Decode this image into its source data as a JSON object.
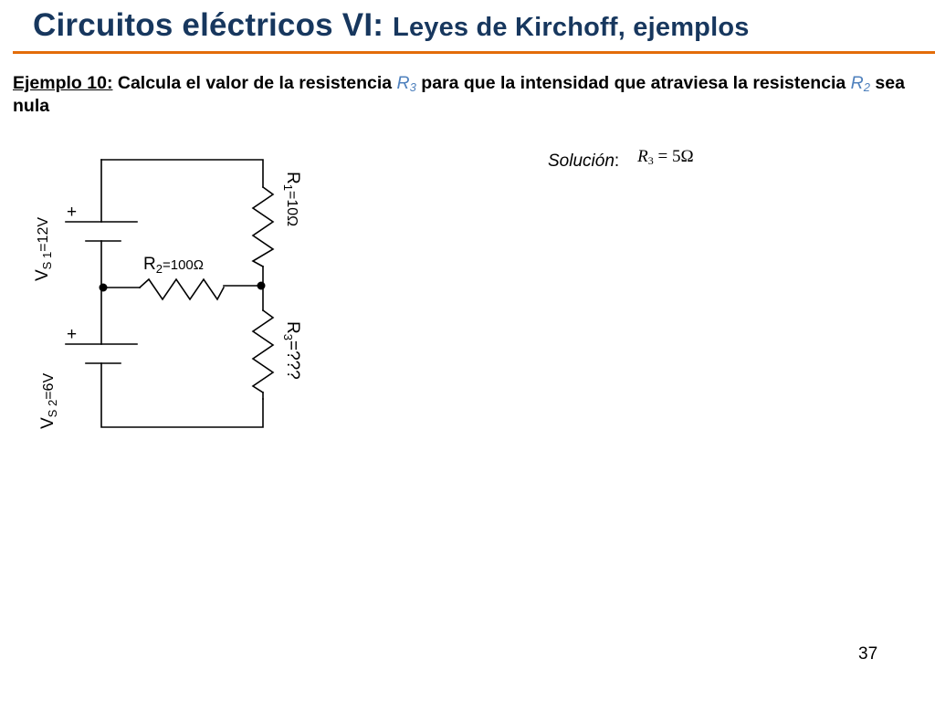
{
  "title": {
    "main": "Circuitos eléctricos VI: ",
    "sub": "Leyes de Kirchoff, ejemplos"
  },
  "problem": {
    "label": "Ejemplo 10:",
    "text_1": " Calcula el valor de la resistencia ",
    "var_1": "R",
    "var_1_sub": "3",
    "text_2": " para que la intensidad que atraviesa la resistencia ",
    "var_2": "R",
    "var_2_sub": "2",
    "text_3": " sea nula"
  },
  "solution": {
    "label": "Solución",
    "colon": ":",
    "result_symbol": "R",
    "result_sub": "3",
    "result_value": " = 5Ω"
  },
  "circuit": {
    "r1": {
      "symbol": "R",
      "sub": "1",
      "value": "=10Ω"
    },
    "r2": {
      "symbol": "R",
      "sub": "2",
      "value": "=100Ω"
    },
    "r3": {
      "symbol": "R",
      "sub": "3",
      "value": "=???"
    },
    "vs1": {
      "symbol": "V",
      "sub": "S 1",
      "value": "=12V"
    },
    "vs2": {
      "symbol": "V",
      "sub": "S 2",
      "value": "=6V"
    },
    "plus_sign": "+"
  },
  "page_number": "37",
  "colors": {
    "title": "#17375e",
    "accent_rule": "#e36c09",
    "variable": "#4f81bd"
  }
}
